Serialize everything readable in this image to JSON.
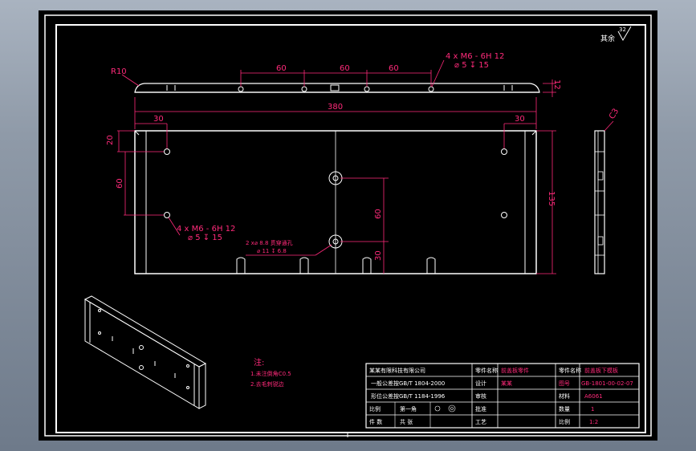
{
  "drawing": {
    "surface_note": "32",
    "surface_symbol_label": "其余",
    "dimensions": {
      "r10": "R10",
      "d60a": "60",
      "d60b": "60",
      "d60c": "60",
      "d12": "12",
      "d380": "380",
      "d30a": "30",
      "d30b": "30",
      "d20": "20",
      "d60v": "60",
      "d135": "135",
      "d60r": "60",
      "d30r": "30",
      "c3": "C3"
    },
    "callouts": {
      "top_thread_1": "4 x  M6 - 6H 12",
      "top_thread_2": "⌀ 5 ↧ 15",
      "left_thread_1": "4 x  M6 - 6H 12",
      "left_thread_2": "⌀ 5 ↧ 15",
      "hole_1": "2 x⌀ 8.8 贯穿通孔",
      "hole_2": "⌀ 11 ↧ 6.8"
    },
    "notes": {
      "title": "注:",
      "line1": "1.未注倒角C0.5",
      "line2": "2.去毛刺锐边"
    }
  },
  "title_block": {
    "company": "某某有限科技有限公司",
    "row2": "一般公差按GB/T 1804-2000",
    "row3": "形位公差按GB/T 1184-1996",
    "row4a": "比例",
    "row4b": "第一角",
    "row5a": "件 数",
    "row5b": "共 张",
    "c_material_label": "零件名称",
    "c_material_value": "前盖板零件",
    "c_design_label": "设计",
    "c_design_value": "某某",
    "c_check_label": "审核",
    "c_approve_label": "批准",
    "c_process_label": "工艺",
    "r_drawing_label": "零件名称",
    "r_drawing_value": "前盖板下模板",
    "r_no_label": "图号",
    "r_no_value": "GB-1801-00-02-07",
    "r_mat_label": "材料",
    "r_mat_value": "A6061",
    "r_qty_label": "数量",
    "r_qty_value": "1",
    "r_scale_label": "比例",
    "r_scale_value": "1:2"
  }
}
